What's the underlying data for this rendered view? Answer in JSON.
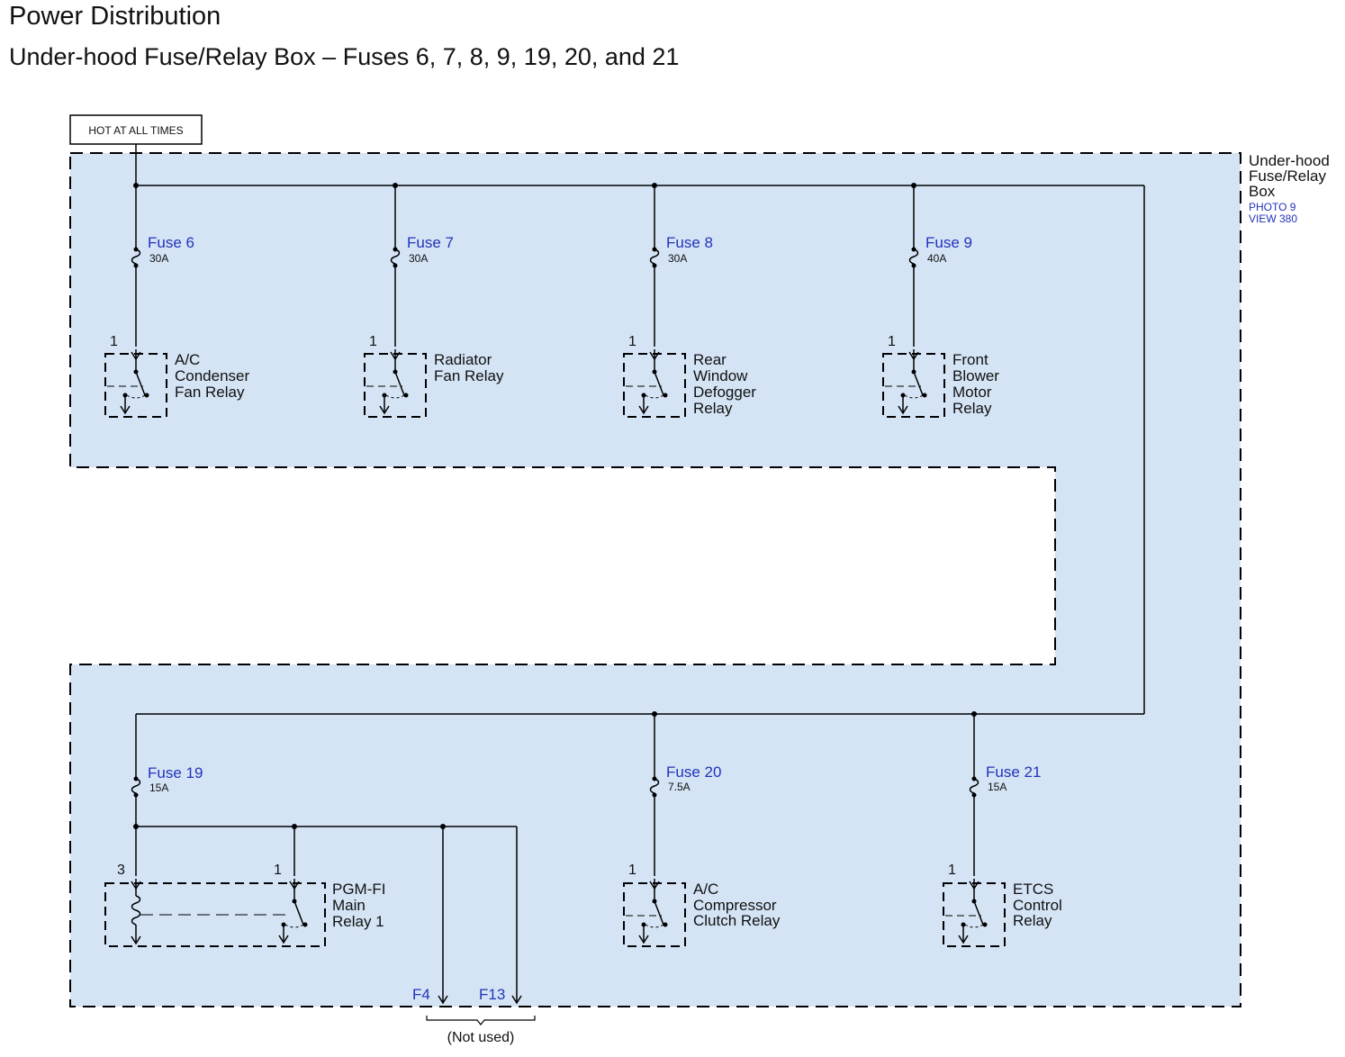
{
  "title": "Power Distribution",
  "subtitle": "Under-hood Fuse/Relay Box – Fuses 6, 7, 8, 9, 19, 20, and 21",
  "hot_label": "HOT AT ALL TIMES",
  "box": {
    "name_lines": [
      "Under-hood",
      "Fuse/Relay",
      "Box"
    ],
    "photo": "PHOTO 9",
    "view": "VIEW 380",
    "fill_color": "#d4e4f5"
  },
  "fuses": [
    {
      "name": "Fuse 6",
      "rating": "30A"
    },
    {
      "name": "Fuse 7",
      "rating": "30A"
    },
    {
      "name": "Fuse 8",
      "rating": "30A"
    },
    {
      "name": "Fuse 9",
      "rating": "40A"
    },
    {
      "name": "Fuse 19",
      "rating": "15A"
    },
    {
      "name": "Fuse 20",
      "rating": "7.5A"
    },
    {
      "name": "Fuse 21",
      "rating": "15A"
    }
  ],
  "relays": [
    {
      "pin": "1",
      "label_lines": [
        "A/C",
        "Condenser",
        "Fan Relay"
      ]
    },
    {
      "pin": "1",
      "label_lines": [
        "Radiator",
        "Fan Relay"
      ]
    },
    {
      "pin": "1",
      "label_lines": [
        "Rear",
        "Window",
        "Defogger",
        "Relay"
      ]
    },
    {
      "pin": "1",
      "label_lines": [
        "Front",
        "Blower",
        "Motor",
        "Relay"
      ]
    },
    {
      "pin": "1",
      "pin2": "3",
      "label_lines": [
        "PGM-FI",
        "Main",
        "Relay 1"
      ]
    },
    {
      "pin": "1",
      "label_lines": [
        "A/C",
        "Compressor",
        "Clutch Relay"
      ]
    },
    {
      "pin": "1",
      "label_lines": [
        "ETCS",
        "Control",
        "Relay"
      ]
    }
  ],
  "outputs": [
    {
      "name": "F4"
    },
    {
      "name": "F13"
    }
  ],
  "not_used_label": "(Not used)"
}
